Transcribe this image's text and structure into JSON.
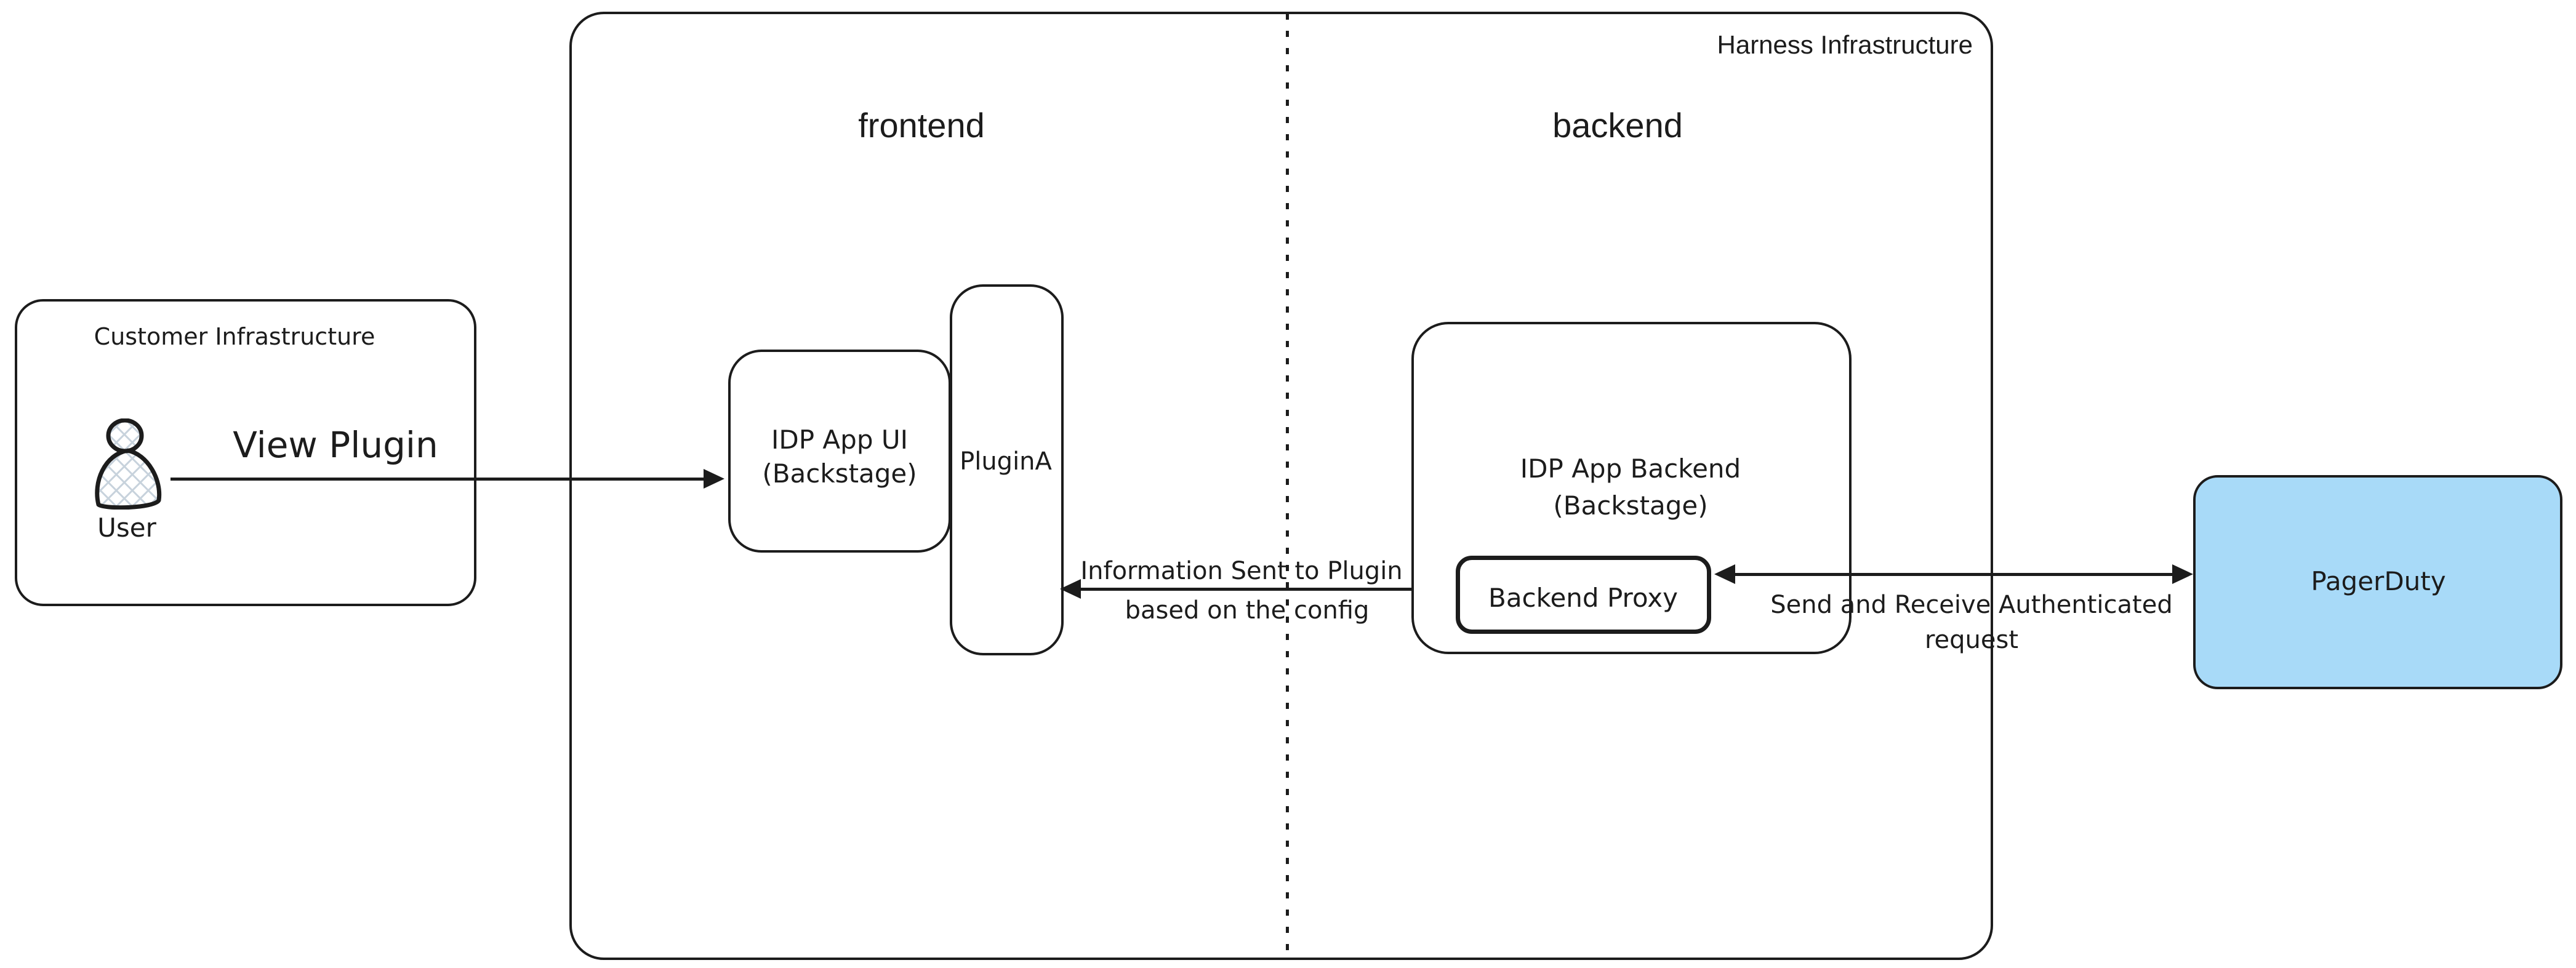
{
  "nodes": {
    "customer": {
      "label": "Customer Infrastructure"
    },
    "user": {
      "label": "User"
    },
    "harness": {
      "label": "Harness Infrastructure"
    },
    "lanes": {
      "frontend": "frontend",
      "backend": "backend"
    },
    "idp_ui": {
      "line1": "IDP App UI",
      "line2": "(Backstage)"
    },
    "plugin_a": {
      "label": "PluginA"
    },
    "idp_backend": {
      "line1": "IDP App Backend",
      "line2": "(Backstage)"
    },
    "backend_proxy": {
      "label": "Backend Proxy"
    },
    "pagerduty": {
      "label": "PagerDuty"
    }
  },
  "edges": {
    "view_plugin": {
      "label": "View Plugin"
    },
    "info_to_plugin": {
      "line1": "Information Sent to Plugin",
      "line2": "based on the config"
    },
    "send_receive": {
      "line1": "Send and Receive Authenticated",
      "line2": "request"
    }
  },
  "colors": {
    "ink": "#1c1c1c",
    "pagerduty_fill": "#a8daf8",
    "hatch": "#c7d2dc",
    "background": "#ffffff"
  }
}
